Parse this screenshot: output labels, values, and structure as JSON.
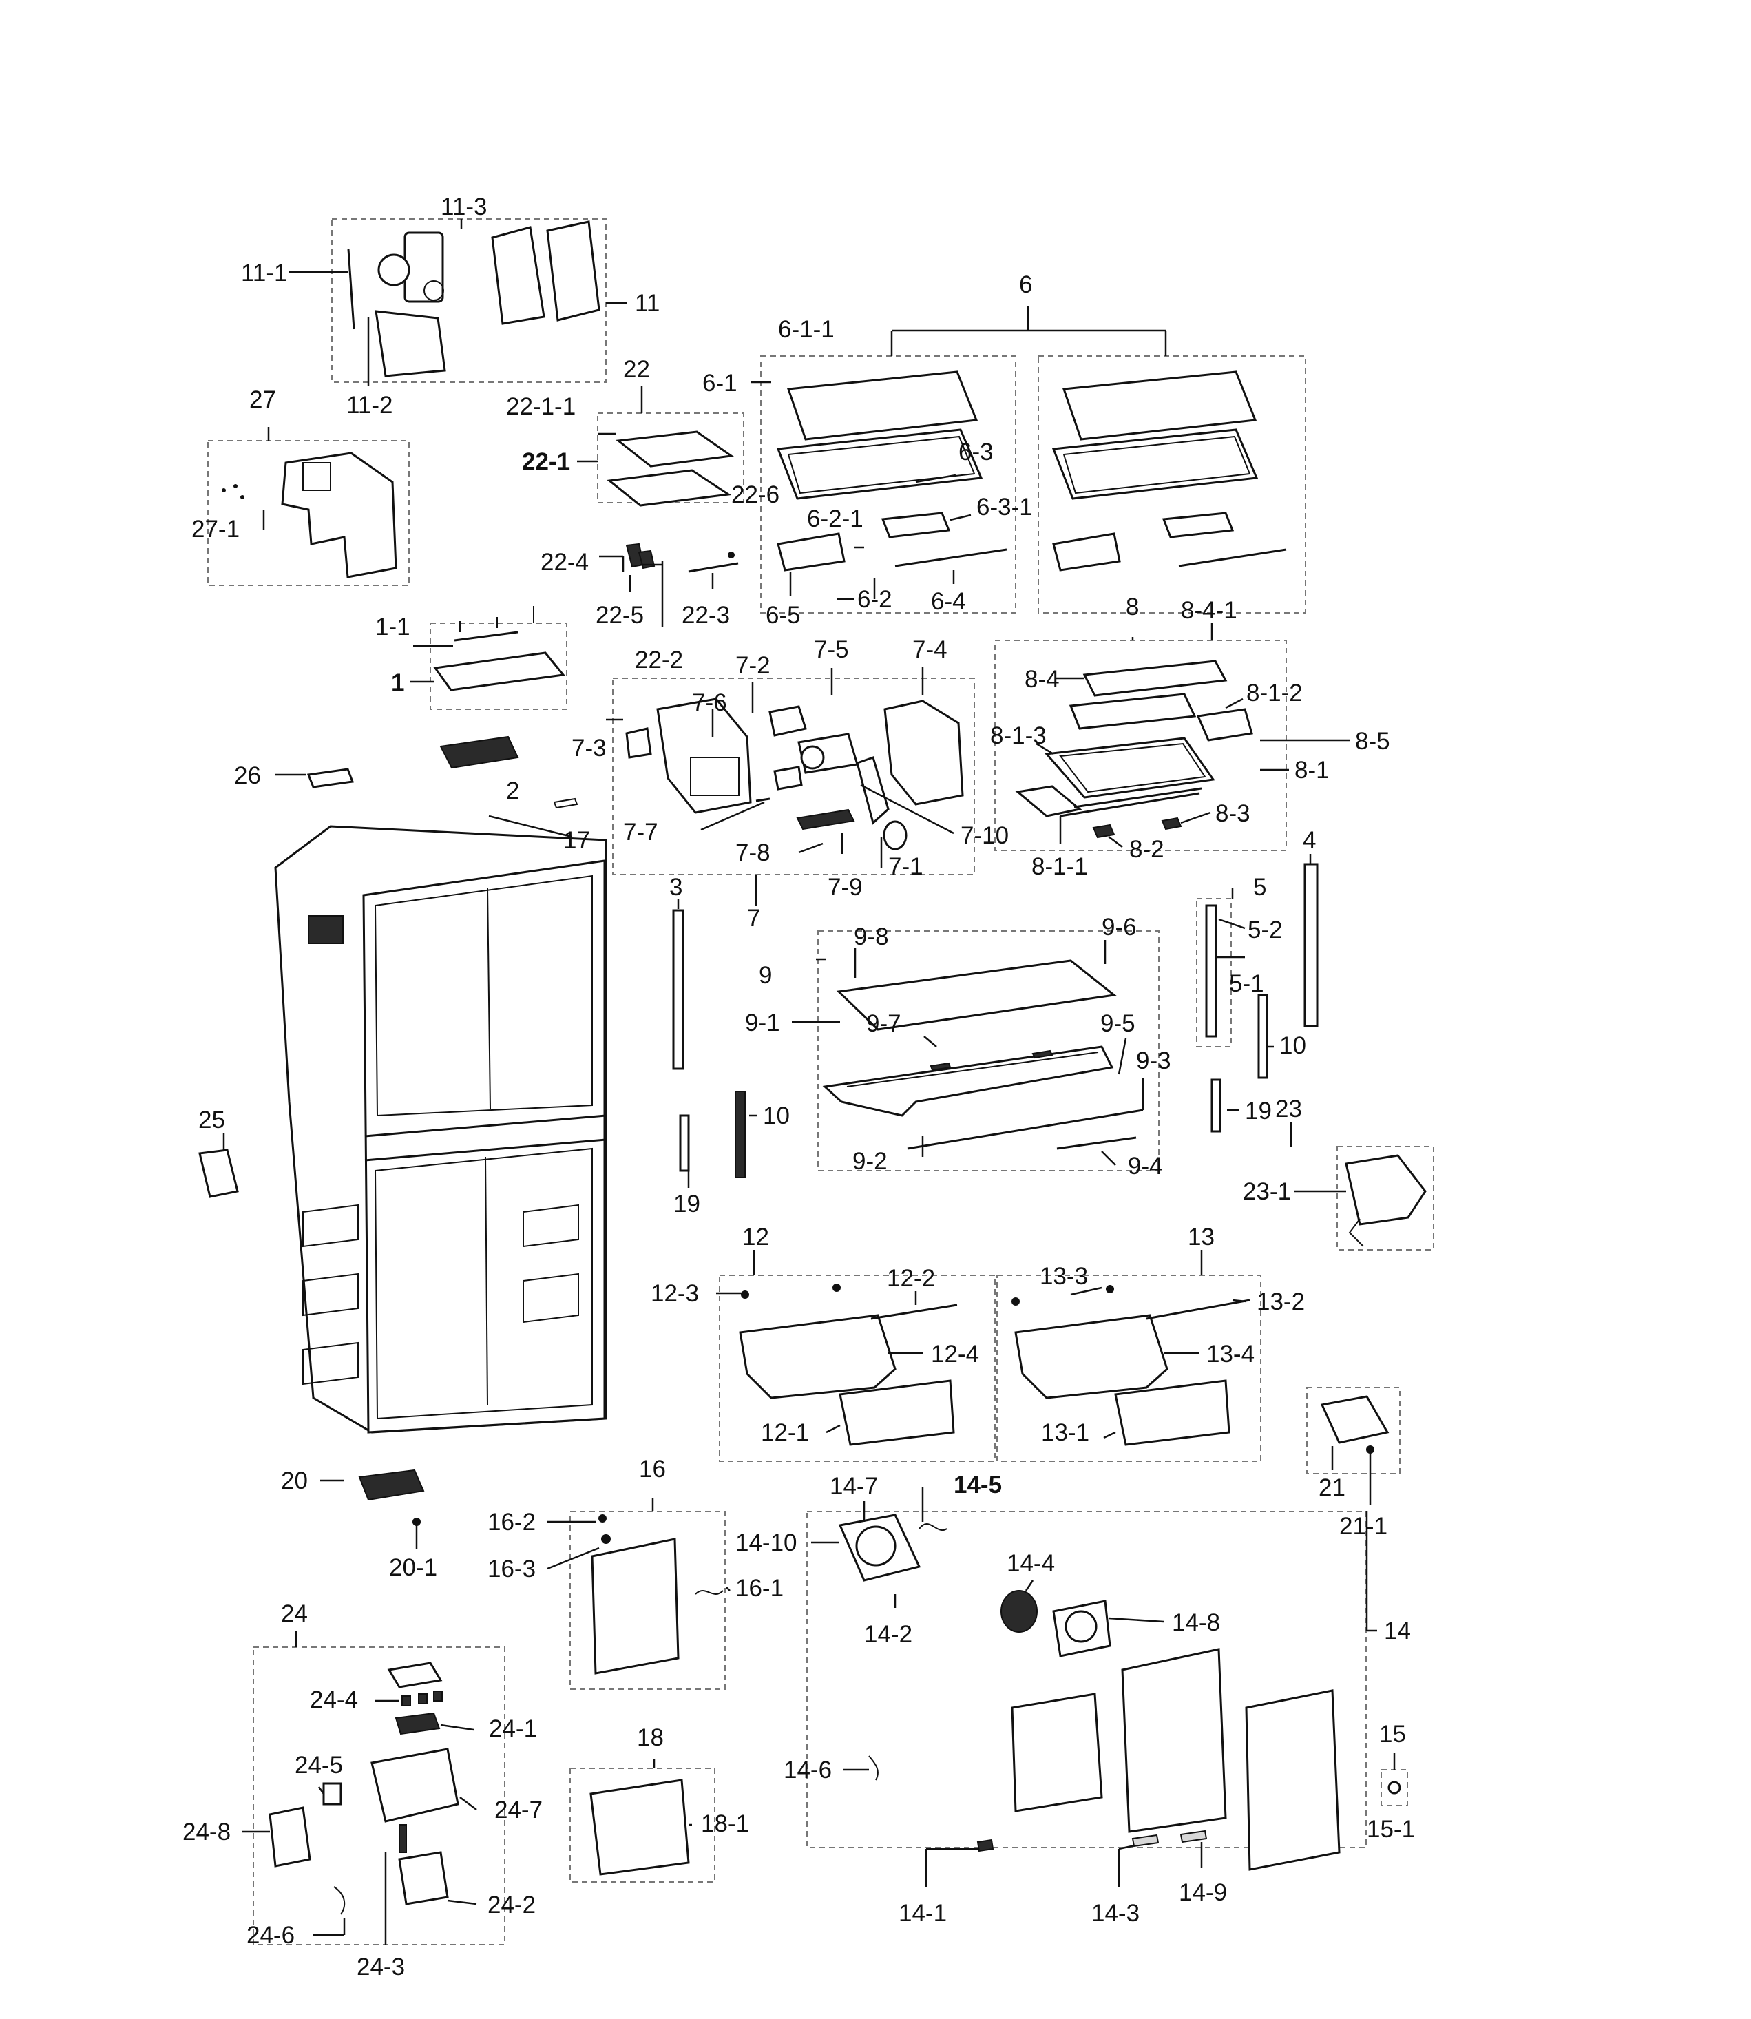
{
  "labels": [
    {
      "id": "11-3",
      "text": "11-3"
    },
    {
      "id": "11-1",
      "text": "11-1"
    },
    {
      "id": "11",
      "text": "11"
    },
    {
      "id": "11-2",
      "text": "11-2"
    },
    {
      "id": "6",
      "text": "6"
    },
    {
      "id": "6-1-1",
      "text": "6-1-1"
    },
    {
      "id": "6-1",
      "text": "6-1"
    },
    {
      "id": "6-3",
      "text": "6-3"
    },
    {
      "id": "6-3-1",
      "text": "6-3-1"
    },
    {
      "id": "6-2-1",
      "text": "6-2-1"
    },
    {
      "id": "6-2",
      "text": "6-2"
    },
    {
      "id": "6-5",
      "text": "6-5"
    },
    {
      "id": "6-4",
      "text": "6-4"
    },
    {
      "id": "22",
      "text": "22"
    },
    {
      "id": "22-1-1",
      "text": "22-1-1"
    },
    {
      "id": "22-1",
      "text": "22-1"
    },
    {
      "id": "22-6",
      "text": "22-6"
    },
    {
      "id": "22-4",
      "text": "22-4"
    },
    {
      "id": "22-5",
      "text": "22-5"
    },
    {
      "id": "22-3",
      "text": "22-3"
    },
    {
      "id": "22-2",
      "text": "22-2"
    },
    {
      "id": "27",
      "text": "27"
    },
    {
      "id": "27-1",
      "text": "27-1"
    },
    {
      "id": "1-1",
      "text": "1-1"
    },
    {
      "id": "1",
      "text": "1"
    },
    {
      "id": "2",
      "text": "2"
    },
    {
      "id": "26",
      "text": "26"
    },
    {
      "id": "17",
      "text": "17"
    },
    {
      "id": "8",
      "text": "8"
    },
    {
      "id": "8-4-1",
      "text": "8-4-1"
    },
    {
      "id": "8-4",
      "text": "8-4"
    },
    {
      "id": "8-1-2",
      "text": "8-1-2"
    },
    {
      "id": "8-5",
      "text": "8-5"
    },
    {
      "id": "8-1-3",
      "text": "8-1-3"
    },
    {
      "id": "8-1",
      "text": "8-1"
    },
    {
      "id": "8-3",
      "text": "8-3"
    },
    {
      "id": "8-2",
      "text": "8-2"
    },
    {
      "id": "8-1-1",
      "text": "8-1-1"
    },
    {
      "id": "7-2",
      "text": "7-2"
    },
    {
      "id": "7-5",
      "text": "7-5"
    },
    {
      "id": "7-4",
      "text": "7-4"
    },
    {
      "id": "7-6",
      "text": "7-6"
    },
    {
      "id": "7-3",
      "text": "7-3"
    },
    {
      "id": "7-7",
      "text": "7-7"
    },
    {
      "id": "7-10",
      "text": "7-10"
    },
    {
      "id": "7-8",
      "text": "7-8"
    },
    {
      "id": "7-1",
      "text": "7-1"
    },
    {
      "id": "7-9",
      "text": "7-9"
    },
    {
      "id": "7",
      "text": "7"
    },
    {
      "id": "3",
      "text": "3"
    },
    {
      "id": "4",
      "text": "4"
    },
    {
      "id": "5",
      "text": "5"
    },
    {
      "id": "5-2",
      "text": "5-2"
    },
    {
      "id": "5-1",
      "text": "5-1"
    },
    {
      "id": "10a",
      "text": "10"
    },
    {
      "id": "10b",
      "text": "10"
    },
    {
      "id": "19a",
      "text": "19"
    },
    {
      "id": "19b",
      "text": "19"
    },
    {
      "id": "9-8",
      "text": "9-8"
    },
    {
      "id": "9-6",
      "text": "9-6"
    },
    {
      "id": "9",
      "text": "9"
    },
    {
      "id": "9-1",
      "text": "9-1"
    },
    {
      "id": "9-7",
      "text": "9-7"
    },
    {
      "id": "9-5",
      "text": "9-5"
    },
    {
      "id": "9-3",
      "text": "9-3"
    },
    {
      "id": "9-2",
      "text": "9-2"
    },
    {
      "id": "9-4",
      "text": "9-4"
    },
    {
      "id": "25",
      "text": "25"
    },
    {
      "id": "23",
      "text": "23"
    },
    {
      "id": "23-1",
      "text": "23-1"
    },
    {
      "id": "12",
      "text": "12"
    },
    {
      "id": "12-2",
      "text": "12-2"
    },
    {
      "id": "12-3",
      "text": "12-3"
    },
    {
      "id": "12-4",
      "text": "12-4"
    },
    {
      "id": "12-1",
      "text": "12-1"
    },
    {
      "id": "13",
      "text": "13"
    },
    {
      "id": "13-3",
      "text": "13-3"
    },
    {
      "id": "13-2",
      "text": "13-2"
    },
    {
      "id": "13-4",
      "text": "13-4"
    },
    {
      "id": "13-1",
      "text": "13-1"
    },
    {
      "id": "21",
      "text": "21"
    },
    {
      "id": "21-1",
      "text": "21-1"
    },
    {
      "id": "20",
      "text": "20"
    },
    {
      "id": "20-1",
      "text": "20-1"
    },
    {
      "id": "16",
      "text": "16"
    },
    {
      "id": "16-2",
      "text": "16-2"
    },
    {
      "id": "16-3",
      "text": "16-3"
    },
    {
      "id": "16-1",
      "text": "16-1"
    },
    {
      "id": "14-7",
      "text": "14-7"
    },
    {
      "id": "14-5",
      "text": "14-5"
    },
    {
      "id": "14-10",
      "text": "14-10"
    },
    {
      "id": "14-2",
      "text": "14-2"
    },
    {
      "id": "14-4",
      "text": "14-4"
    },
    {
      "id": "14-8",
      "text": "14-8"
    },
    {
      "id": "14",
      "text": "14"
    },
    {
      "id": "14-6",
      "text": "14-6"
    },
    {
      "id": "14-1",
      "text": "14-1"
    },
    {
      "id": "14-3",
      "text": "14-3"
    },
    {
      "id": "14-9",
      "text": "14-9"
    },
    {
      "id": "15",
      "text": "15"
    },
    {
      "id": "15-1",
      "text": "15-1"
    },
    {
      "id": "24",
      "text": "24"
    },
    {
      "id": "24-4",
      "text": "24-4"
    },
    {
      "id": "24-1",
      "text": "24-1"
    },
    {
      "id": "24-5",
      "text": "24-5"
    },
    {
      "id": "24-7",
      "text": "24-7"
    },
    {
      "id": "24-8",
      "text": "24-8"
    },
    {
      "id": "24-2",
      "text": "24-2"
    },
    {
      "id": "24-6",
      "text": "24-6"
    },
    {
      "id": "24-3",
      "text": "24-3"
    },
    {
      "id": "18",
      "text": "18"
    },
    {
      "id": "18-1",
      "text": "18-1"
    }
  ]
}
